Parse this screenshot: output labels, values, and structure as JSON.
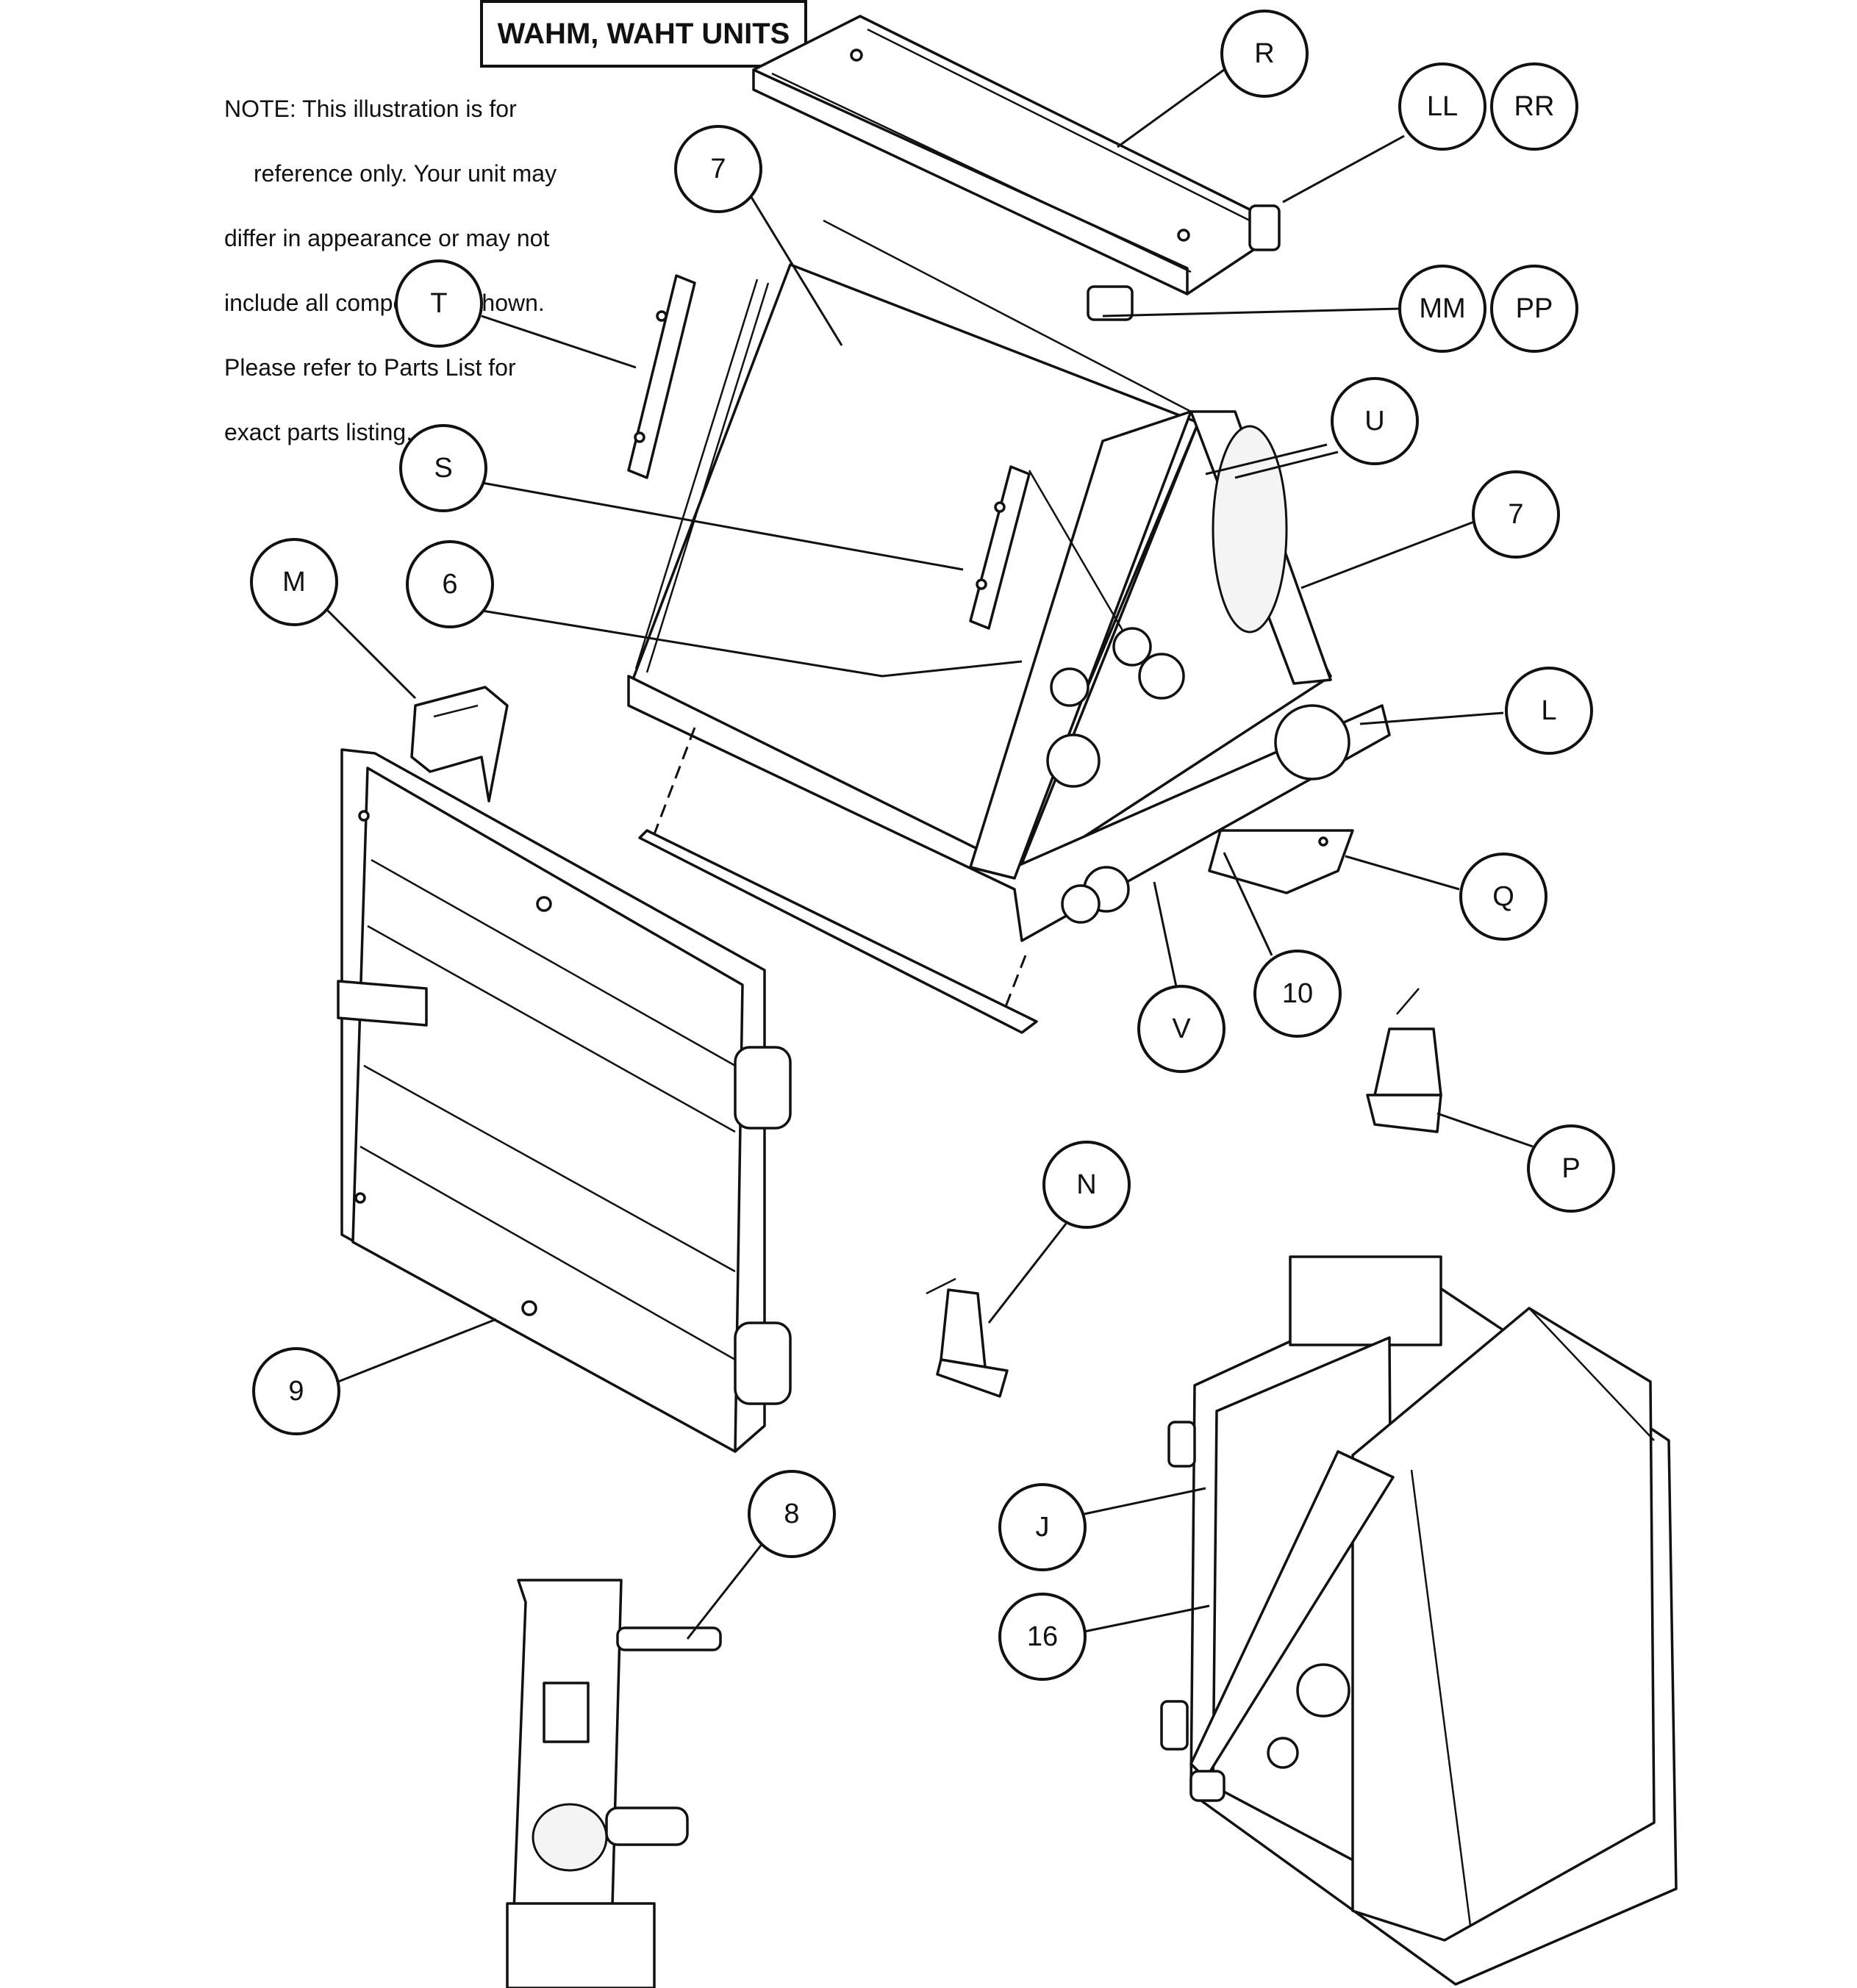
{
  "title": "WAHM, WAHT UNITS",
  "note_lines": [
    "NOTE: This illustration is for",
    "reference only.  Your unit may",
    "differ in appearance or may not",
    "include all components shown.",
    "Please refer to Parts List for",
    "exact parts listing."
  ],
  "callouts": {
    "R": "R",
    "LL": "LL",
    "RR": "RR",
    "MM": "MM",
    "PP": "PP",
    "seven_top": "7",
    "T": "T",
    "S": "S",
    "U": "U",
    "seven_right": "7",
    "M": "M",
    "six": "6",
    "L": "L",
    "Q": "Q",
    "V": "V",
    "ten": "10",
    "P": "P",
    "N": "N",
    "nine": "9",
    "eight": "8",
    "J": "J",
    "sixteen": "16"
  }
}
